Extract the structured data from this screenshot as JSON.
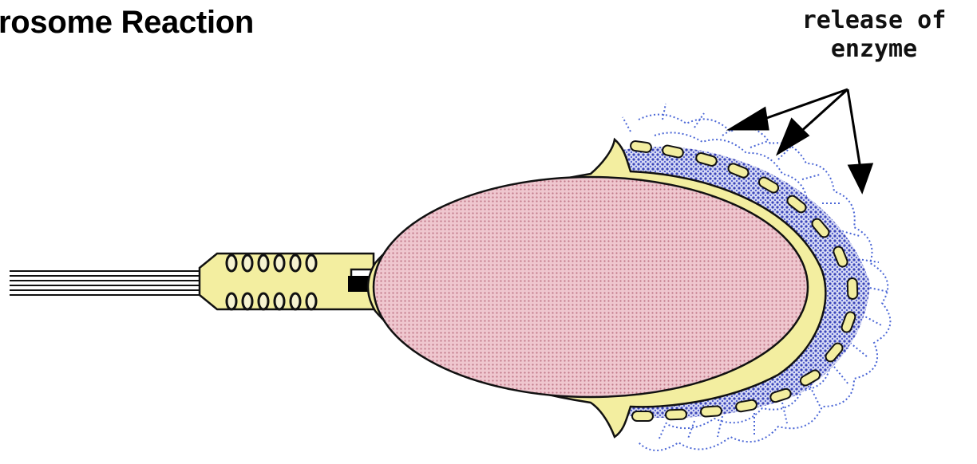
{
  "diagram": {
    "title": "rosome Reaction",
    "label": {
      "line1": "release of",
      "line2": "enzyme"
    },
    "colors": {
      "membrane_yellow": "#f3eea0",
      "nucleus_pink": "#e8b4bf",
      "acrosome_blue": "#3a45b8",
      "enzyme_blue": "#4a66d6",
      "outline": "#111111"
    }
  }
}
